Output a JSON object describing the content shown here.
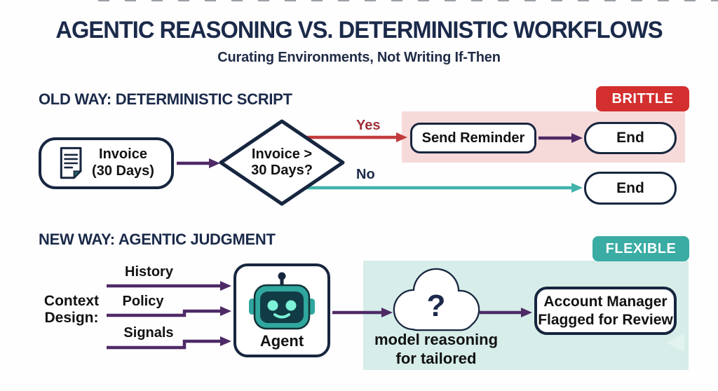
{
  "colors": {
    "navy": "#1B2A4A",
    "brittle_red": "#D32F2F",
    "flexible_teal": "#3AACA4",
    "yes_label_red": "#9E3038",
    "line_red": "#C23B3B",
    "line_teal": "#41B3AB",
    "arrow_purple": "#4E2A66",
    "band_pink": "#F6DADA",
    "band_teal": "#D6EDE9"
  },
  "header": {
    "title": "AGENTIC REASONING VS. DETERMINISTIC WORKFLOWS",
    "subtitle": "Curating Environments, Not Writing If-Then"
  },
  "old_way": {
    "heading": "OLD WAY: DETERMINISTIC SCRIPT",
    "badge_label": "BRITTLE",
    "invoice_node": {
      "line1": "Invoice",
      "line2": "(30 Days)"
    },
    "decision_node": {
      "line1": "Invoice >",
      "line2": "30 Days?"
    },
    "yes_label": "Yes",
    "no_label": "No",
    "send_reminder_label": "Send Reminder",
    "end_yes_label": "End",
    "end_no_label": "End"
  },
  "new_way": {
    "heading": "NEW WAY: AGENTIC JUDGMENT",
    "badge_label": "FLEXIBLE",
    "context_label": {
      "line1": "Context",
      "line2": "Design:"
    },
    "inputs": [
      "History",
      "Policy",
      "Signals"
    ],
    "agent_label": "Agent",
    "cloud_symbol": "?",
    "cloud_caption": {
      "line1": "model reasoning",
      "line2": "for tailored"
    },
    "outcome_node": {
      "line1": "Account Manager",
      "line2": "Flagged for Review"
    }
  }
}
